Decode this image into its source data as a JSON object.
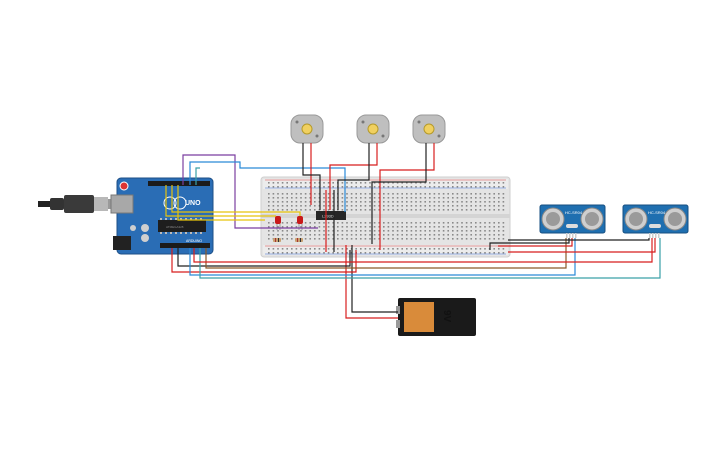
{
  "arduino": {
    "logo": "UNO",
    "brand": "ARDUINO",
    "chip_label": "ATMEGA328"
  },
  "driver_ic": {
    "label": "L293D"
  },
  "battery": {
    "label": "9V"
  },
  "sensors": [
    {
      "label": "HC-SR04"
    },
    {
      "label": "HC-SR04"
    }
  ],
  "motors": [
    {
      "count": 1
    },
    {
      "count": 1
    },
    {
      "count": 1
    }
  ],
  "colors": {
    "board": "#2a6db5",
    "breadboard": "#e4e4e4",
    "wire_red": "#d81e1e",
    "wire_black": "#222222",
    "wire_yellow": "#e6c30a",
    "wire_purple": "#7b3fa0",
    "wire_blue": "#2a8ad8",
    "wire_teal": "#3aa0a8",
    "wire_brown": "#8a5a2a",
    "motor_body": "#bfbfbf",
    "motor_center": "#f0d060",
    "battery_body": "#1a1a1a",
    "battery_top": "#d98b3a",
    "sensor_board": "#1f6fb0"
  }
}
